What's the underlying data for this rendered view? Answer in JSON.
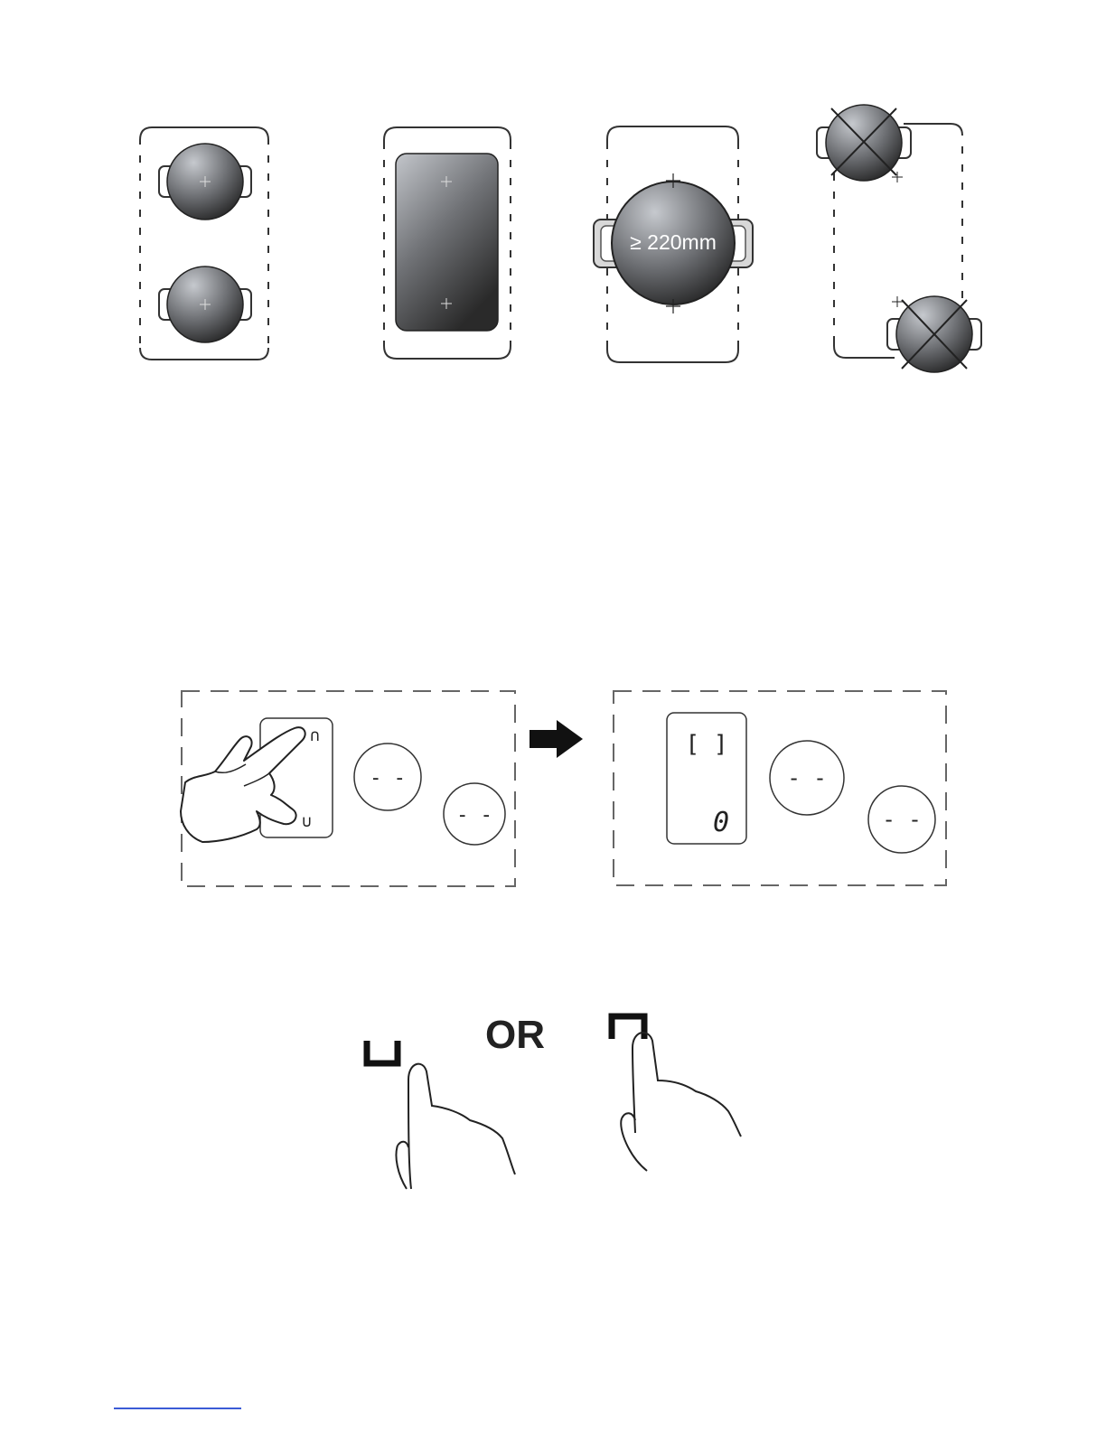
{
  "pan_size_label": "≥ 220mm",
  "or_label": "OR",
  "display": {
    "before": {
      "up_symbol": "∩",
      "down_symbol": "∪",
      "zone1": "- -",
      "zone2": "- -"
    },
    "after": {
      "bridge_symbol": "[ ]",
      "level": "0",
      "zone1": "- -",
      "zone2": "- -"
    }
  },
  "colors": {
    "pot_dark": "#2f2f2f",
    "pot_light": "#b8bbc0",
    "outline": "#333333"
  }
}
